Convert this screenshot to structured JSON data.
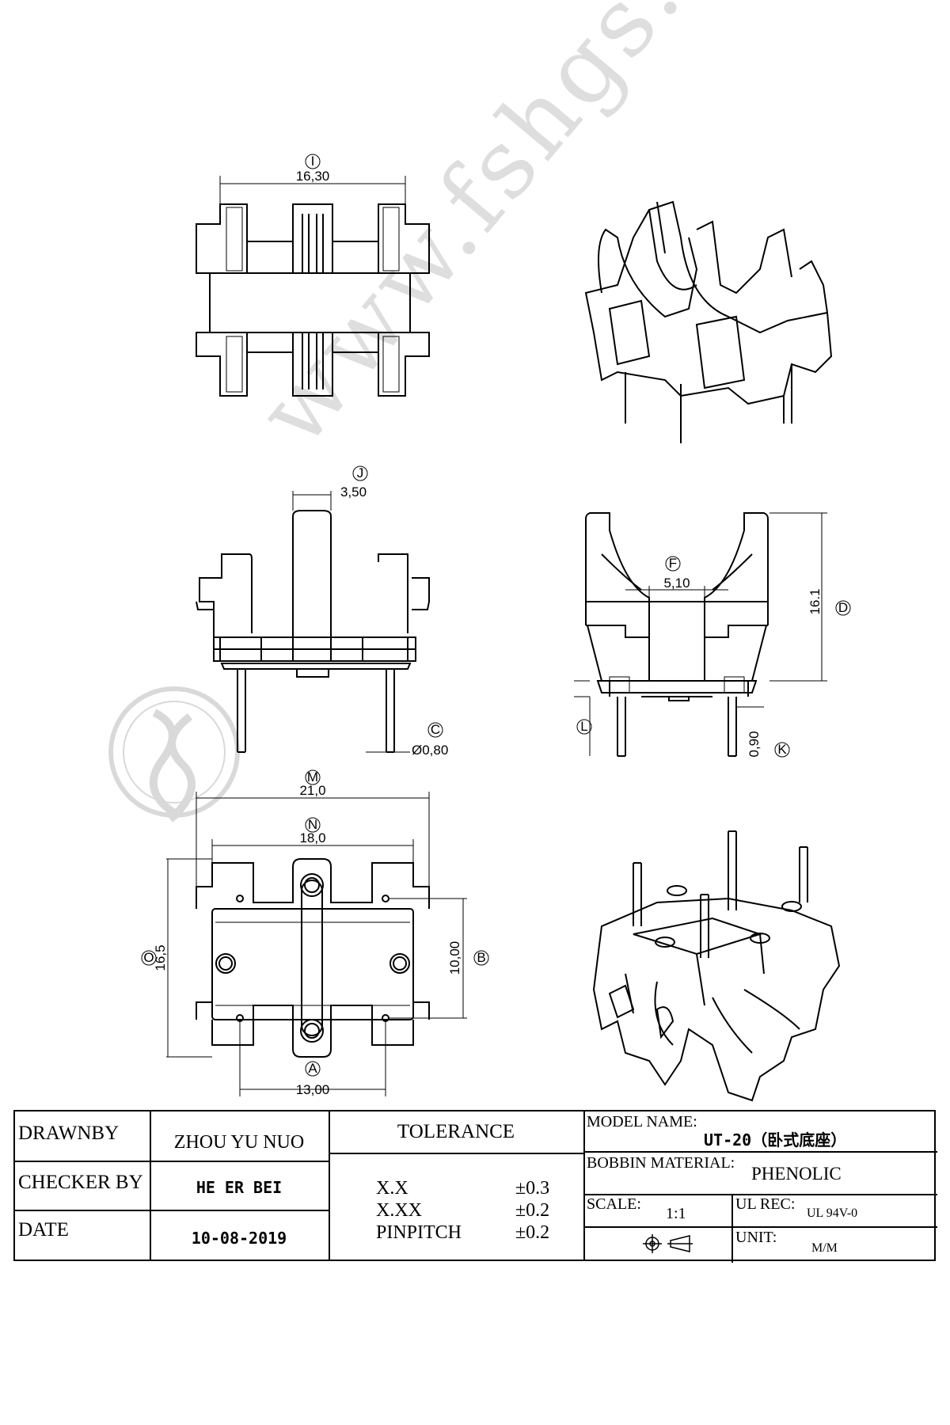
{
  "watermark": "www.fshgs.cn",
  "dims": {
    "I": {
      "tag": "I",
      "value": "16,30"
    },
    "J": {
      "tag": "J",
      "value": "3,50"
    },
    "C": {
      "tag": "C",
      "value": "Ø0,80"
    },
    "F": {
      "tag": "F",
      "value": "5,10"
    },
    "D": {
      "tag": "D",
      "value": "16.1"
    },
    "L": {
      "tag": "L"
    },
    "K": {
      "tag": "K",
      "value": "0,90"
    },
    "M": {
      "tag": "M",
      "value": "21,0"
    },
    "N": {
      "tag": "N",
      "value": "18,0"
    },
    "O": {
      "tag": "O",
      "value": "16,5"
    },
    "B": {
      "tag": "B",
      "value": "10,00"
    },
    "A": {
      "tag": "A",
      "value": "13,00"
    }
  },
  "title_block": {
    "drawnby_label": "DRAWNBY",
    "drawnby_value": "ZHOU YU NUO",
    "checker_label": "CHECKER BY",
    "checker_value": "HE ER BEI",
    "date_label": "DATE",
    "date_value": "10-08-2019",
    "tolerance_label": "TOLERANCE",
    "tolerances": [
      {
        "name": "X.X",
        "value": "±0.3"
      },
      {
        "name": "X.XX",
        "value": "±0.2"
      },
      {
        "name": "PINPITCH",
        "value": "±0.2"
      }
    ],
    "model_label": "MODEL NAME:",
    "model_value": "UT-20（卧式底座）",
    "material_label": "BOBBIN MATERIAL:",
    "material_value": "PHENOLIC",
    "scale_label": "SCALE:",
    "scale_value": "1:1",
    "ul_label": "UL REC:",
    "ul_value": "UL 94V-0",
    "unit_label": "UNIT:",
    "unit_value": "M/M"
  }
}
